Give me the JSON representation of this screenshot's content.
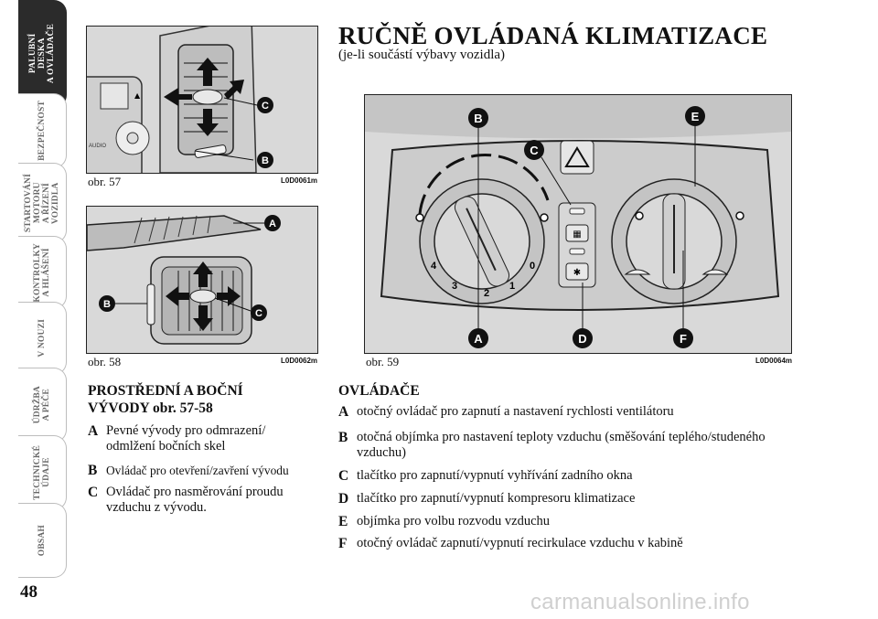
{
  "sidebar": {
    "tabs": [
      {
        "label": "PALUBNÍ\nDESKA\nA OVLÁDAČE",
        "active": true
      },
      {
        "label": "BEZPEČNOST",
        "active": false
      },
      {
        "label": "STARTOVÁNÍ\nMOTORU\nA ŘÍZENÍ\nVOZIDLA",
        "active": false
      },
      {
        "label": "KONTROLKY\nA HLÁŠENÍ",
        "active": false
      },
      {
        "label": "V NOUZI",
        "active": false
      },
      {
        "label": "ÚDRŽBA\nA PÉČE",
        "active": false
      },
      {
        "label": "TECHNICKÉ\nÚDAJE",
        "active": false
      },
      {
        "label": "OBSAH",
        "active": false
      }
    ]
  },
  "page_number": "48",
  "figures": {
    "fig57": {
      "caption": "obr. 57",
      "code": "L0D0061m",
      "callouts": [
        "C",
        "B"
      ],
      "small_text": "AUDIO"
    },
    "fig58": {
      "caption": "obr. 58",
      "code": "L0D0062m",
      "callouts": [
        "A",
        "B",
        "C"
      ]
    },
    "fig59": {
      "caption": "obr. 59",
      "code": "L0D0064m",
      "callouts": [
        "B",
        "E",
        "C",
        "A",
        "D",
        "F"
      ],
      "fan_speeds": [
        "0",
        "1",
        "2",
        "3",
        "4"
      ]
    }
  },
  "left_section": {
    "heading_line1": "PROSTŘEDNÍ A BOČNÍ",
    "heading_line2": "VÝVODY obr. 57-58",
    "items": [
      {
        "letter": "A",
        "line1": "Pevné vývody pro odmrazení/",
        "line2": "odmlžení bočních skel"
      },
      {
        "letter": "B",
        "line1": "Ovládač pro otevření/zavření vývodu",
        "line2": ""
      },
      {
        "letter": "C",
        "line1": "Ovládač pro nasměrování proudu",
        "line2": "vzduchu z vývodu."
      }
    ]
  },
  "right_section": {
    "title": "RUČNĚ OVLÁDANÁ KLIMATIZACE",
    "subtitle": "(je-li součástí výbavy vozidla)",
    "heading": "OVLÁDAČE",
    "items": [
      {
        "letter": "A",
        "line1": "otočný ovládač pro zapnutí a nastavení rychlosti ventilátoru",
        "line2": ""
      },
      {
        "letter": "B",
        "line1": "otočná objímka pro nastavení teploty vzduchu (směšování teplého/studeného",
        "line2": "vzduchu)"
      },
      {
        "letter": "C",
        "line1": "tlačítko pro zapnutí/vypnutí vyhřívání zadního okna",
        "line2": ""
      },
      {
        "letter": "D",
        "line1": "tlačítko pro zapnutí/vypnutí kompresoru klimatizace",
        "line2": ""
      },
      {
        "letter": "E",
        "line1": "objímka pro volbu rozvodu vzduchu",
        "line2": ""
      },
      {
        "letter": "F",
        "line1": "otočný ovládač zapnutí/vypnutí recirkulace vzduchu v kabině",
        "line2": ""
      }
    ]
  },
  "watermark": "carmanualsonline.info"
}
